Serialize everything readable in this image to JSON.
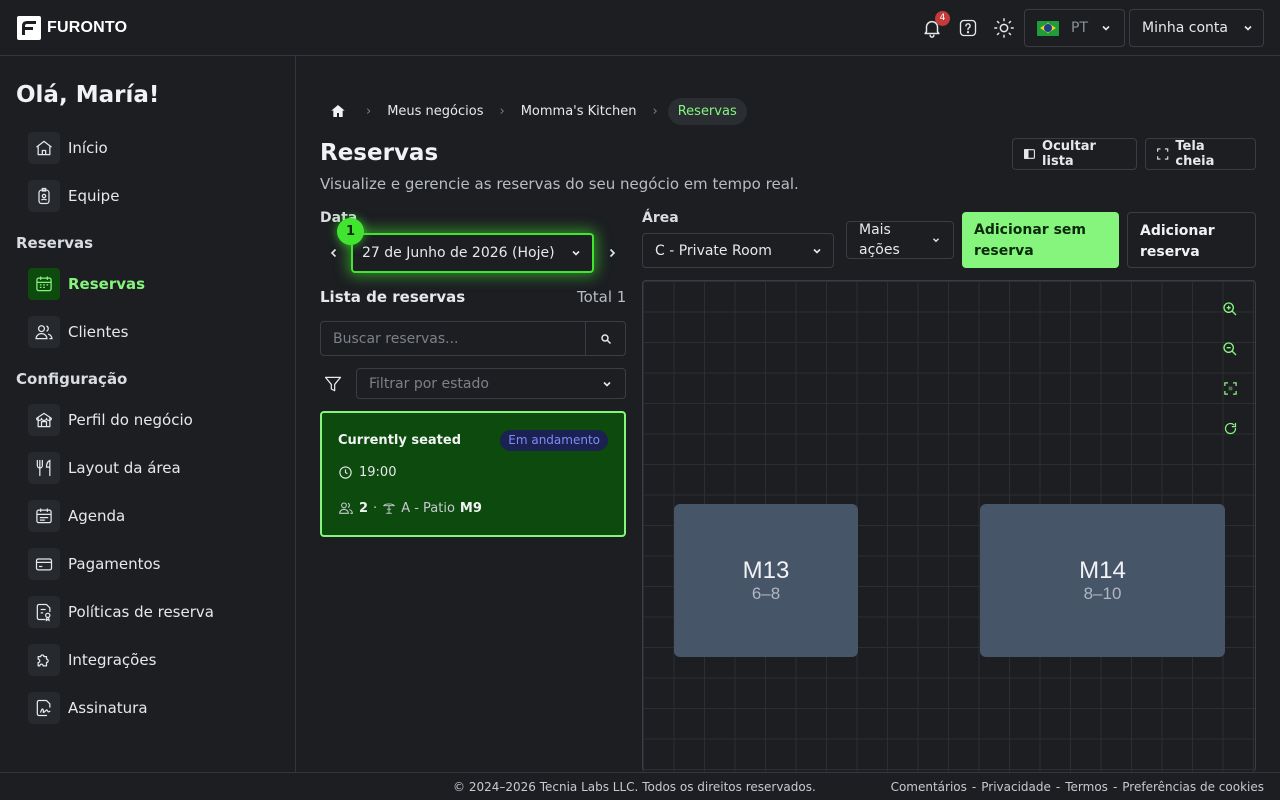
{
  "brand": {
    "name": "FURONTO"
  },
  "topbar": {
    "notifications_count": "4",
    "language": {
      "code": "PT",
      "flag": "brazil-flag"
    },
    "account_label": "Minha conta"
  },
  "sidebar": {
    "greeting": "Olá, María!",
    "items_top": [
      {
        "label": "Início",
        "icon": "home-icon"
      },
      {
        "label": "Equipe",
        "icon": "badge-icon"
      }
    ],
    "section_reservas": "Reservas",
    "items_reservas": [
      {
        "label": "Reservas",
        "icon": "calendar-icon",
        "active": true
      },
      {
        "label": "Clientes",
        "icon": "users-icon"
      }
    ],
    "section_config": "Configuração",
    "items_config": [
      {
        "label": "Perfil do negócio",
        "icon": "store-icon"
      },
      {
        "label": "Layout da área",
        "icon": "utensils-icon"
      },
      {
        "label": "Agenda",
        "icon": "schedule-icon"
      },
      {
        "label": "Pagamentos",
        "icon": "card-icon"
      },
      {
        "label": "Políticas de reserva",
        "icon": "policy-icon"
      },
      {
        "label": "Integrações",
        "icon": "puzzle-icon"
      },
      {
        "label": "Assinatura",
        "icon": "signature-icon"
      }
    ]
  },
  "breadcrumb": {
    "items": [
      "Meus negócios",
      "Momma's Kitchen"
    ],
    "current": "Reservas"
  },
  "page": {
    "title": "Reservas",
    "subtitle": "Visualize e gerencie as reservas do seu negócio em tempo real.",
    "hide_list_label": "Ocultar lista",
    "fullscreen_label": "Tela cheia"
  },
  "controls": {
    "date_label": "Data",
    "date_value": "27 de Junho de 2026 (Hoje)",
    "step_badge": "1",
    "area_label": "Área",
    "area_value": "C - Private Room",
    "more_actions": "Mais ações",
    "add_walkin": "Adicionar sem reserva",
    "add_reservation": "Adicionar reserva"
  },
  "list": {
    "title": "Lista de reservas",
    "total": "Total 1",
    "search_placeholder": "Buscar reservas...",
    "filter_placeholder": "Filtrar por estado",
    "reservations": [
      {
        "name": "Currently seated",
        "status": "Em andamento",
        "time": "19:00",
        "guests": "2",
        "area": "A - Patio",
        "table": "M9"
      }
    ]
  },
  "floor": {
    "tables": [
      {
        "name": "M13",
        "capacity": "6–8"
      },
      {
        "name": "M14",
        "capacity": "8–10"
      }
    ]
  },
  "footer": {
    "copyright": "© 2024–2026 Tecnia Labs LLC. Todos os direitos reservados.",
    "links": [
      "Comentários",
      "Privacidade",
      "Termos",
      "Preferências de cookies"
    ]
  },
  "colors": {
    "accent": "#86f57d",
    "highlight": "#41e52f",
    "card_bg": "#0d4a0d",
    "table_fill": "#475569",
    "status_badge_bg": "#1b2150",
    "status_badge_text": "#7d8cf5",
    "notification_badge": "#c23a3a"
  }
}
